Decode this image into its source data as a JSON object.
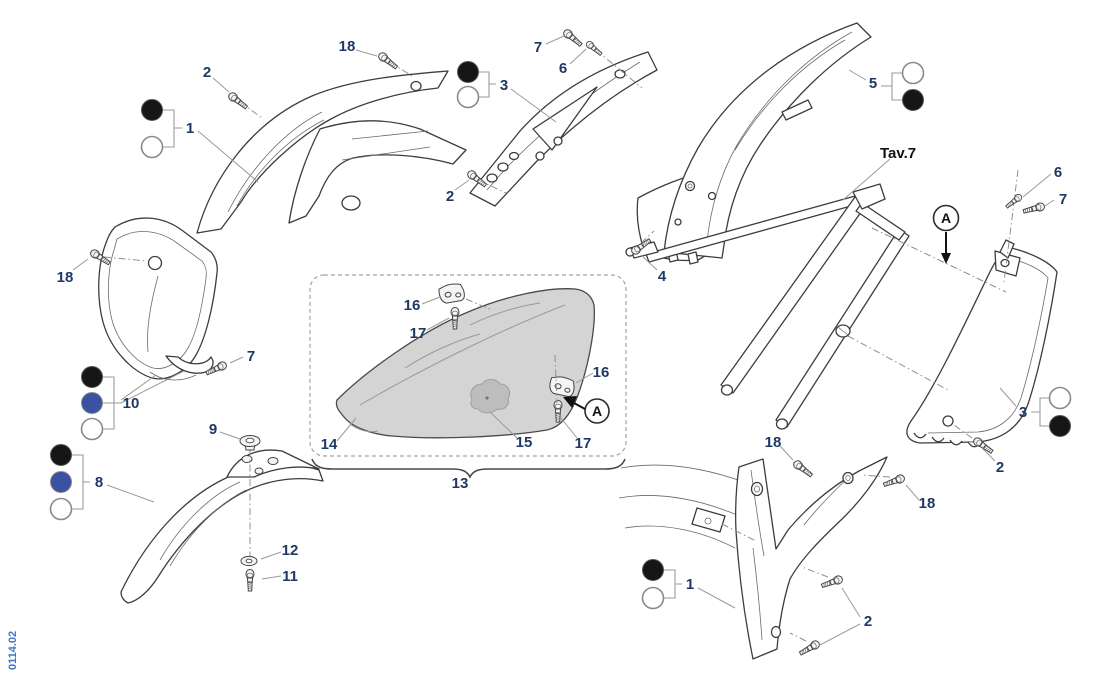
{
  "diagram": {
    "code": "0114.02",
    "table_ref": "Tav.7",
    "detail_marker": "A",
    "description": "Exploded parts diagram of motorcycle body plastics: radiator shrouds, side panels, rear fender, front fender, number plate and seat"
  },
  "colors": {
    "background": "#ffffff",
    "callout_text": "#1F3864",
    "reference_text": "#111111",
    "code_text": "#4472C4",
    "line_art": "#3d3d3d",
    "leader_line": "#9a9a9a",
    "seat_fill": "#d4d4d4",
    "seat_patch_fill": "#bdbdbd",
    "option_black": "#161616",
    "option_white": "#ffffff",
    "option_blue": "#3B51A3"
  },
  "markers": {
    "tav_ref": "Tav.7",
    "detail_a_top": "A",
    "detail_a_seat": "A"
  },
  "callouts": {
    "shroud_left_part": "1",
    "shroud_left_screw": "2",
    "shroud_left_screw_top": "18",
    "panel_left_part": "3",
    "panel_left_screw_long": "7",
    "panel_left_screw_short": "6",
    "panel_left_screw_bottom": "2",
    "rear_bracket_screw": "4",
    "rear_fender_part": "5",
    "panel_right_screw_short": "6",
    "panel_right_screw_long": "7",
    "panel_right_part": "3",
    "panel_right_screw_bottom": "2",
    "plate_screw_top": "18",
    "plate_screw_bottom": "7",
    "plate_part": "10",
    "fender_grommet": "9",
    "fender_part": "8",
    "fender_washer": "12",
    "fender_bolt": "11",
    "seat_bracket_top": "16",
    "seat_screw_top": "17",
    "seat_bracket_rear": "16",
    "seat_screw_rear": "17",
    "seat_base": "14",
    "seat_patch": "15",
    "seat_assembly": "13",
    "rear_shroud_screw_left": "18",
    "rear_shroud_screw_right": "18",
    "rear_shroud_part": "1",
    "rear_shroud_screw_bottom": "2"
  }
}
